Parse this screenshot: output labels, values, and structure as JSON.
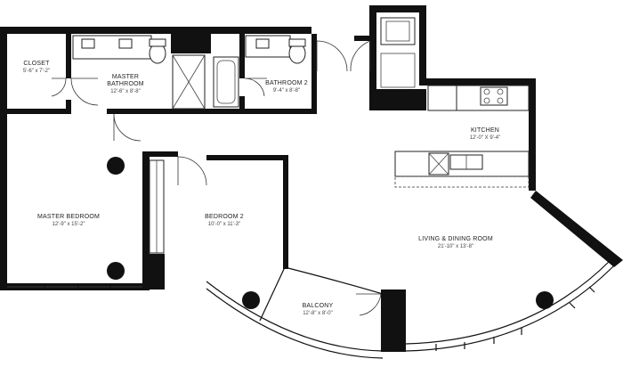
{
  "rooms": {
    "closet": {
      "name": "CLOSET",
      "dim": "5'-6\" x 7'-2\""
    },
    "master_bathroom": {
      "name_line1": "MASTER",
      "name_line2": "BATHROOM",
      "dim": "12'-6\" x 8'-8\""
    },
    "bathroom2": {
      "name": "BATHROOM 2",
      "dim": "9'-4\" x 8'-8\""
    },
    "kitchen": {
      "name": "KITCHEN",
      "dim": "12'-0\" X 9'-4\""
    },
    "master_bedroom": {
      "name": "MASTER BEDROOM",
      "dim": "12'-9\" x 15'-2\""
    },
    "bedroom2": {
      "name": "BEDROOM 2",
      "dim": "10'-0\" x 11'-3\""
    },
    "living_dining": {
      "name": "LIVING & DINING ROOM",
      "dim": "21'-10\" x 13'-8\""
    },
    "balcony": {
      "name": "BALCONY",
      "dim": "12'-8\" x 8'-0\""
    }
  }
}
